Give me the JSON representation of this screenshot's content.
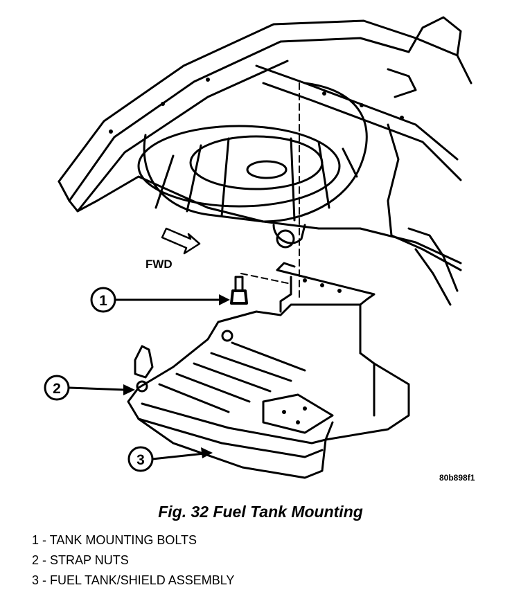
{
  "figure": {
    "fwd_label": "FWD",
    "reference_id": "80b898f1",
    "caption": "Fig. 32 Fuel Tank Mounting",
    "callouts": [
      "1",
      "2",
      "3"
    ]
  },
  "legend": [
    {
      "number": "1",
      "text": "TANK MOUNTING BOLTS"
    },
    {
      "number": "2",
      "text": "STRAP NUTS"
    },
    {
      "number": "3",
      "text": "FUEL TANK/SHIELD ASSEMBLY"
    }
  ],
  "separator": " - "
}
